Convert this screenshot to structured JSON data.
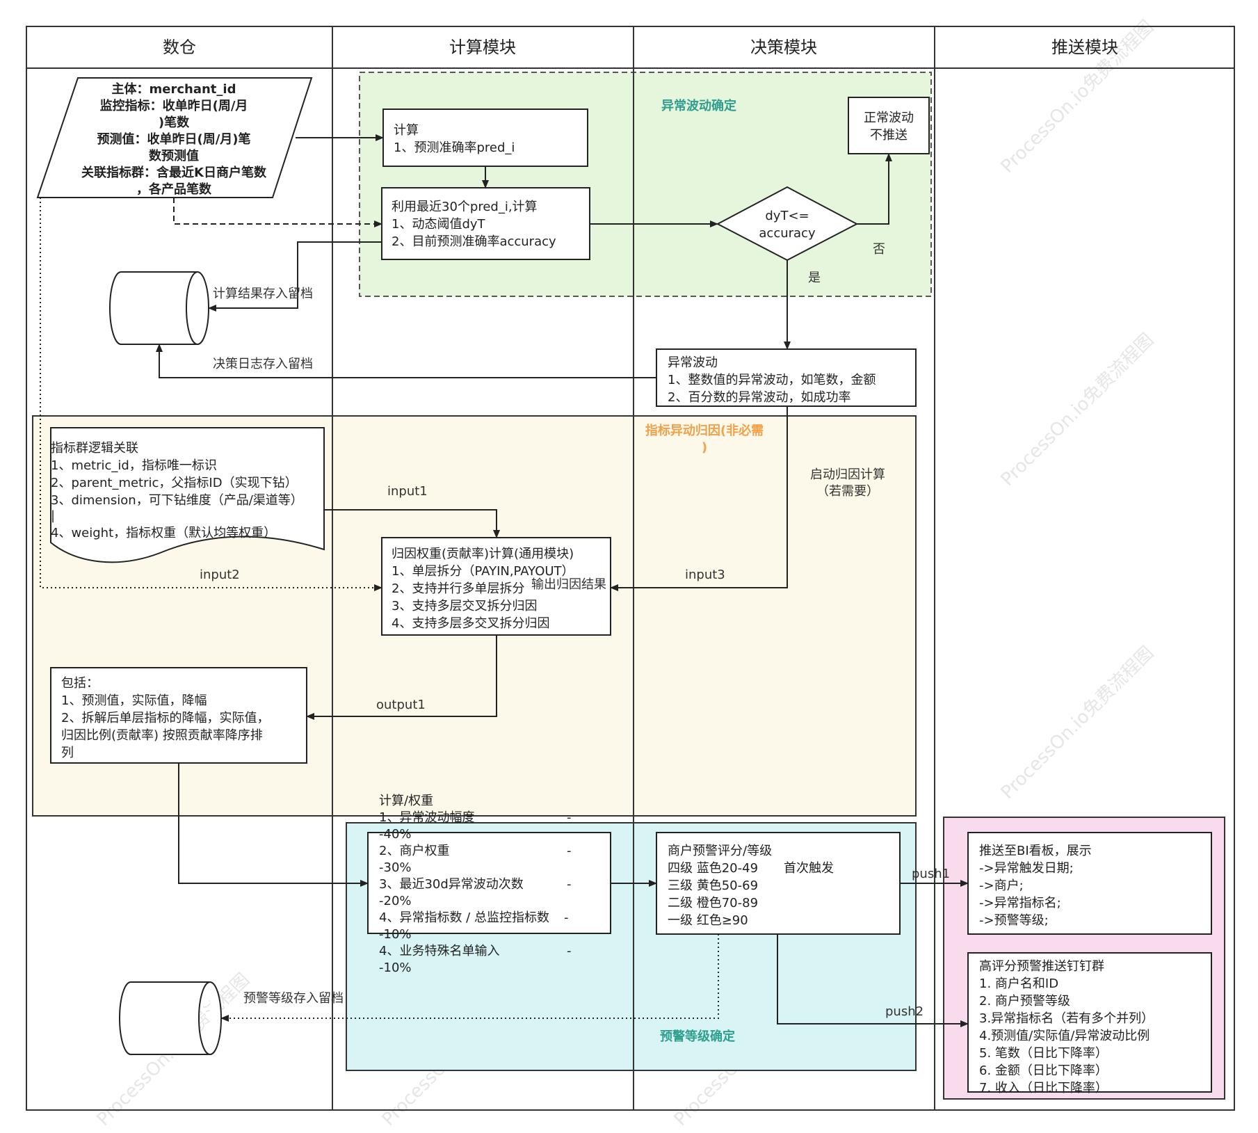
{
  "lanes": [
    "数仓",
    "计算模块",
    "决策模块",
    "推送模块"
  ],
  "watermark": "ProcessOn.io免费流程图",
  "regions": {
    "anomaly_confirm": "异常波动确定",
    "attribution": "指标异动归因(非必需)",
    "warning_level": "预警等级确定"
  },
  "nodes": {
    "input_data": [
      "主体：merchant_id",
      "监控指标：收单昨日(周/月)笔数",
      "预测值：收单昨日(周/月)笔数预测值",
      "关联指标群：含最近K日商户笔数，各产品笔数"
    ],
    "calc": [
      "计算",
      "1、预测准确率pred_i"
    ],
    "threshold": [
      "利用最近30个pred_i,计算",
      "1、动态阈值dyT",
      "2、目前预测准确率accuracy"
    ],
    "decision": [
      "dyT<=",
      "accuracy"
    ],
    "normal": [
      "正常波动",
      "不推送"
    ],
    "abnormal": [
      "异常波动",
      "1、整数值的异常波动，如笔数，金额",
      "2、百分数的异常波动，如成功率"
    ],
    "metric_group": [
      "指标群逻辑关联",
      "1、metric_id，指标唯一标识",
      "2、parent_metric，父指标ID（实现下钻）",
      "3、dimension，可下钻维度（产品/渠道等）",
      "|",
      "4、weight，指标权重（默认均等权重）"
    ],
    "attribution_calc": [
      "归因权重(贡献率)计算(通用模块)",
      "1、单层拆分（PAYIN,PAYOUT）",
      "2、支持并行多单层拆分",
      "3、支持多层交叉拆分归因",
      "4、支持多层多交叉拆分归因"
    ],
    "includes": [
      "包括：",
      "1、预测值，实际值，降幅",
      "2、拆解后单层指标的降幅，实际值，",
      "归因比例(贡献率) 按照贡献率降序排",
      "列"
    ],
    "weights": [
      "计算/权重",
      "1、异常波动幅度",
      "-40%",
      "2、商户权重",
      "-30%",
      "3、最近30d异常波动次数",
      "-20%",
      "4、异常指标数 / 总监控指标数",
      "-10%",
      "4、业务特殊名单输入",
      "-10%"
    ],
    "scoring": [
      "商户预警评分/等级",
      "四级 蓝色20-49",
      "首次触发",
      "三级 黄色50-69",
      "二级 橙色70-89",
      "一级 红色≥90"
    ],
    "bi_push": [
      "推送至BI看板，展示",
      "->异常触发日期;",
      "->商户;",
      "->异常指标名;",
      "->预警等级;"
    ],
    "dingtalk": [
      "高评分预警推送钉钉群",
      "1. 商户名和ID",
      "2. 商户预警等级",
      "3.异常指标名（若有多个并列）",
      "4.预测值/实际值/异常波动比例",
      "5. 笔数（日比下降率）",
      "6. 金额（日比下降率）",
      "7. 收入（日比下降率）"
    ]
  },
  "edge_labels": {
    "no": "否",
    "yes": "是",
    "calc_store": "计算结果存入留档",
    "decision_store": "决策日志存入留档",
    "start_attribution": [
      "启动归因计算",
      "（若需要）"
    ],
    "input1": "input1",
    "input2": "input2",
    "input3": "input3",
    "output_attr": "输出归因结果",
    "output1": "output1",
    "warning_store": "预警等级存入留档",
    "push1": "push1",
    "push2": "push2"
  },
  "colors": {
    "green_region": "#e6f6dd",
    "yellow_region": "#fcf9ea",
    "cyan_region": "#d9f4f4",
    "pink_region": "#f9dbee",
    "teal_title": "#2e9e8f",
    "orange_title": "#f0a14a"
  }
}
